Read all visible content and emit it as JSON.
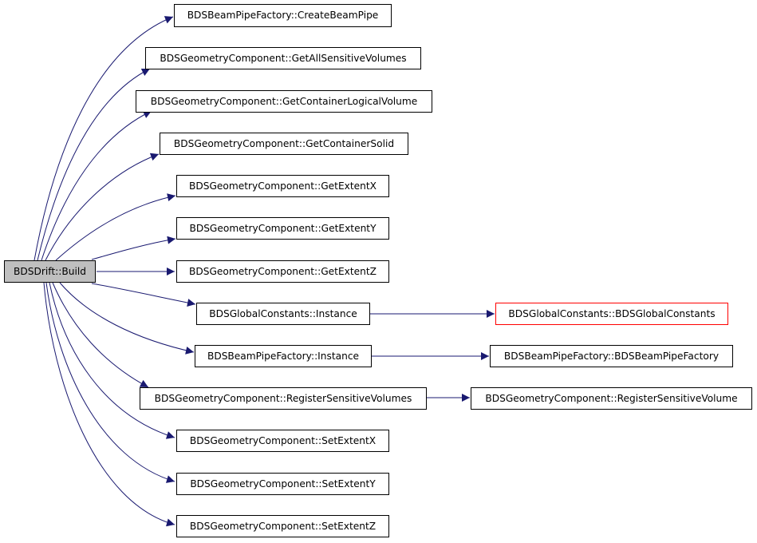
{
  "colors": {
    "edge": "#191970",
    "root_fill": "#bfbfbf",
    "node_border": "#000000",
    "alt_border": "#ff0000"
  },
  "nodes": {
    "root": "BDSDrift::Build",
    "create_beam_pipe": "BDSBeamPipeFactory::CreateBeamPipe",
    "get_all_sensitive_volumes": "BDSGeometryComponent::GetAllSensitiveVolumes",
    "get_container_logical_volume": "BDSGeometryComponent::GetContainerLogicalVolume",
    "get_container_solid": "BDSGeometryComponent::GetContainerSolid",
    "get_extent_x": "BDSGeometryComponent::GetExtentX",
    "get_extent_y": "BDSGeometryComponent::GetExtentY",
    "get_extent_z": "BDSGeometryComponent::GetExtentZ",
    "global_constants_instance": "BDSGlobalConstants::Instance",
    "beam_pipe_factory_instance": "BDSBeamPipeFactory::Instance",
    "register_sensitive_volumes": "BDSGeometryComponent::RegisterSensitiveVolumes",
    "set_extent_x": "BDSGeometryComponent::SetExtentX",
    "set_extent_y": "BDSGeometryComponent::SetExtentY",
    "set_extent_z": "BDSGeometryComponent::SetExtentZ",
    "global_constants_ctor": "BDSGlobalConstants::BDSGlobalConstants",
    "beam_pipe_factory_ctor": "BDSBeamPipeFactory::BDSBeamPipeFactory",
    "register_sensitive_volume": "BDSGeometryComponent::RegisterSensitiveVolume"
  }
}
